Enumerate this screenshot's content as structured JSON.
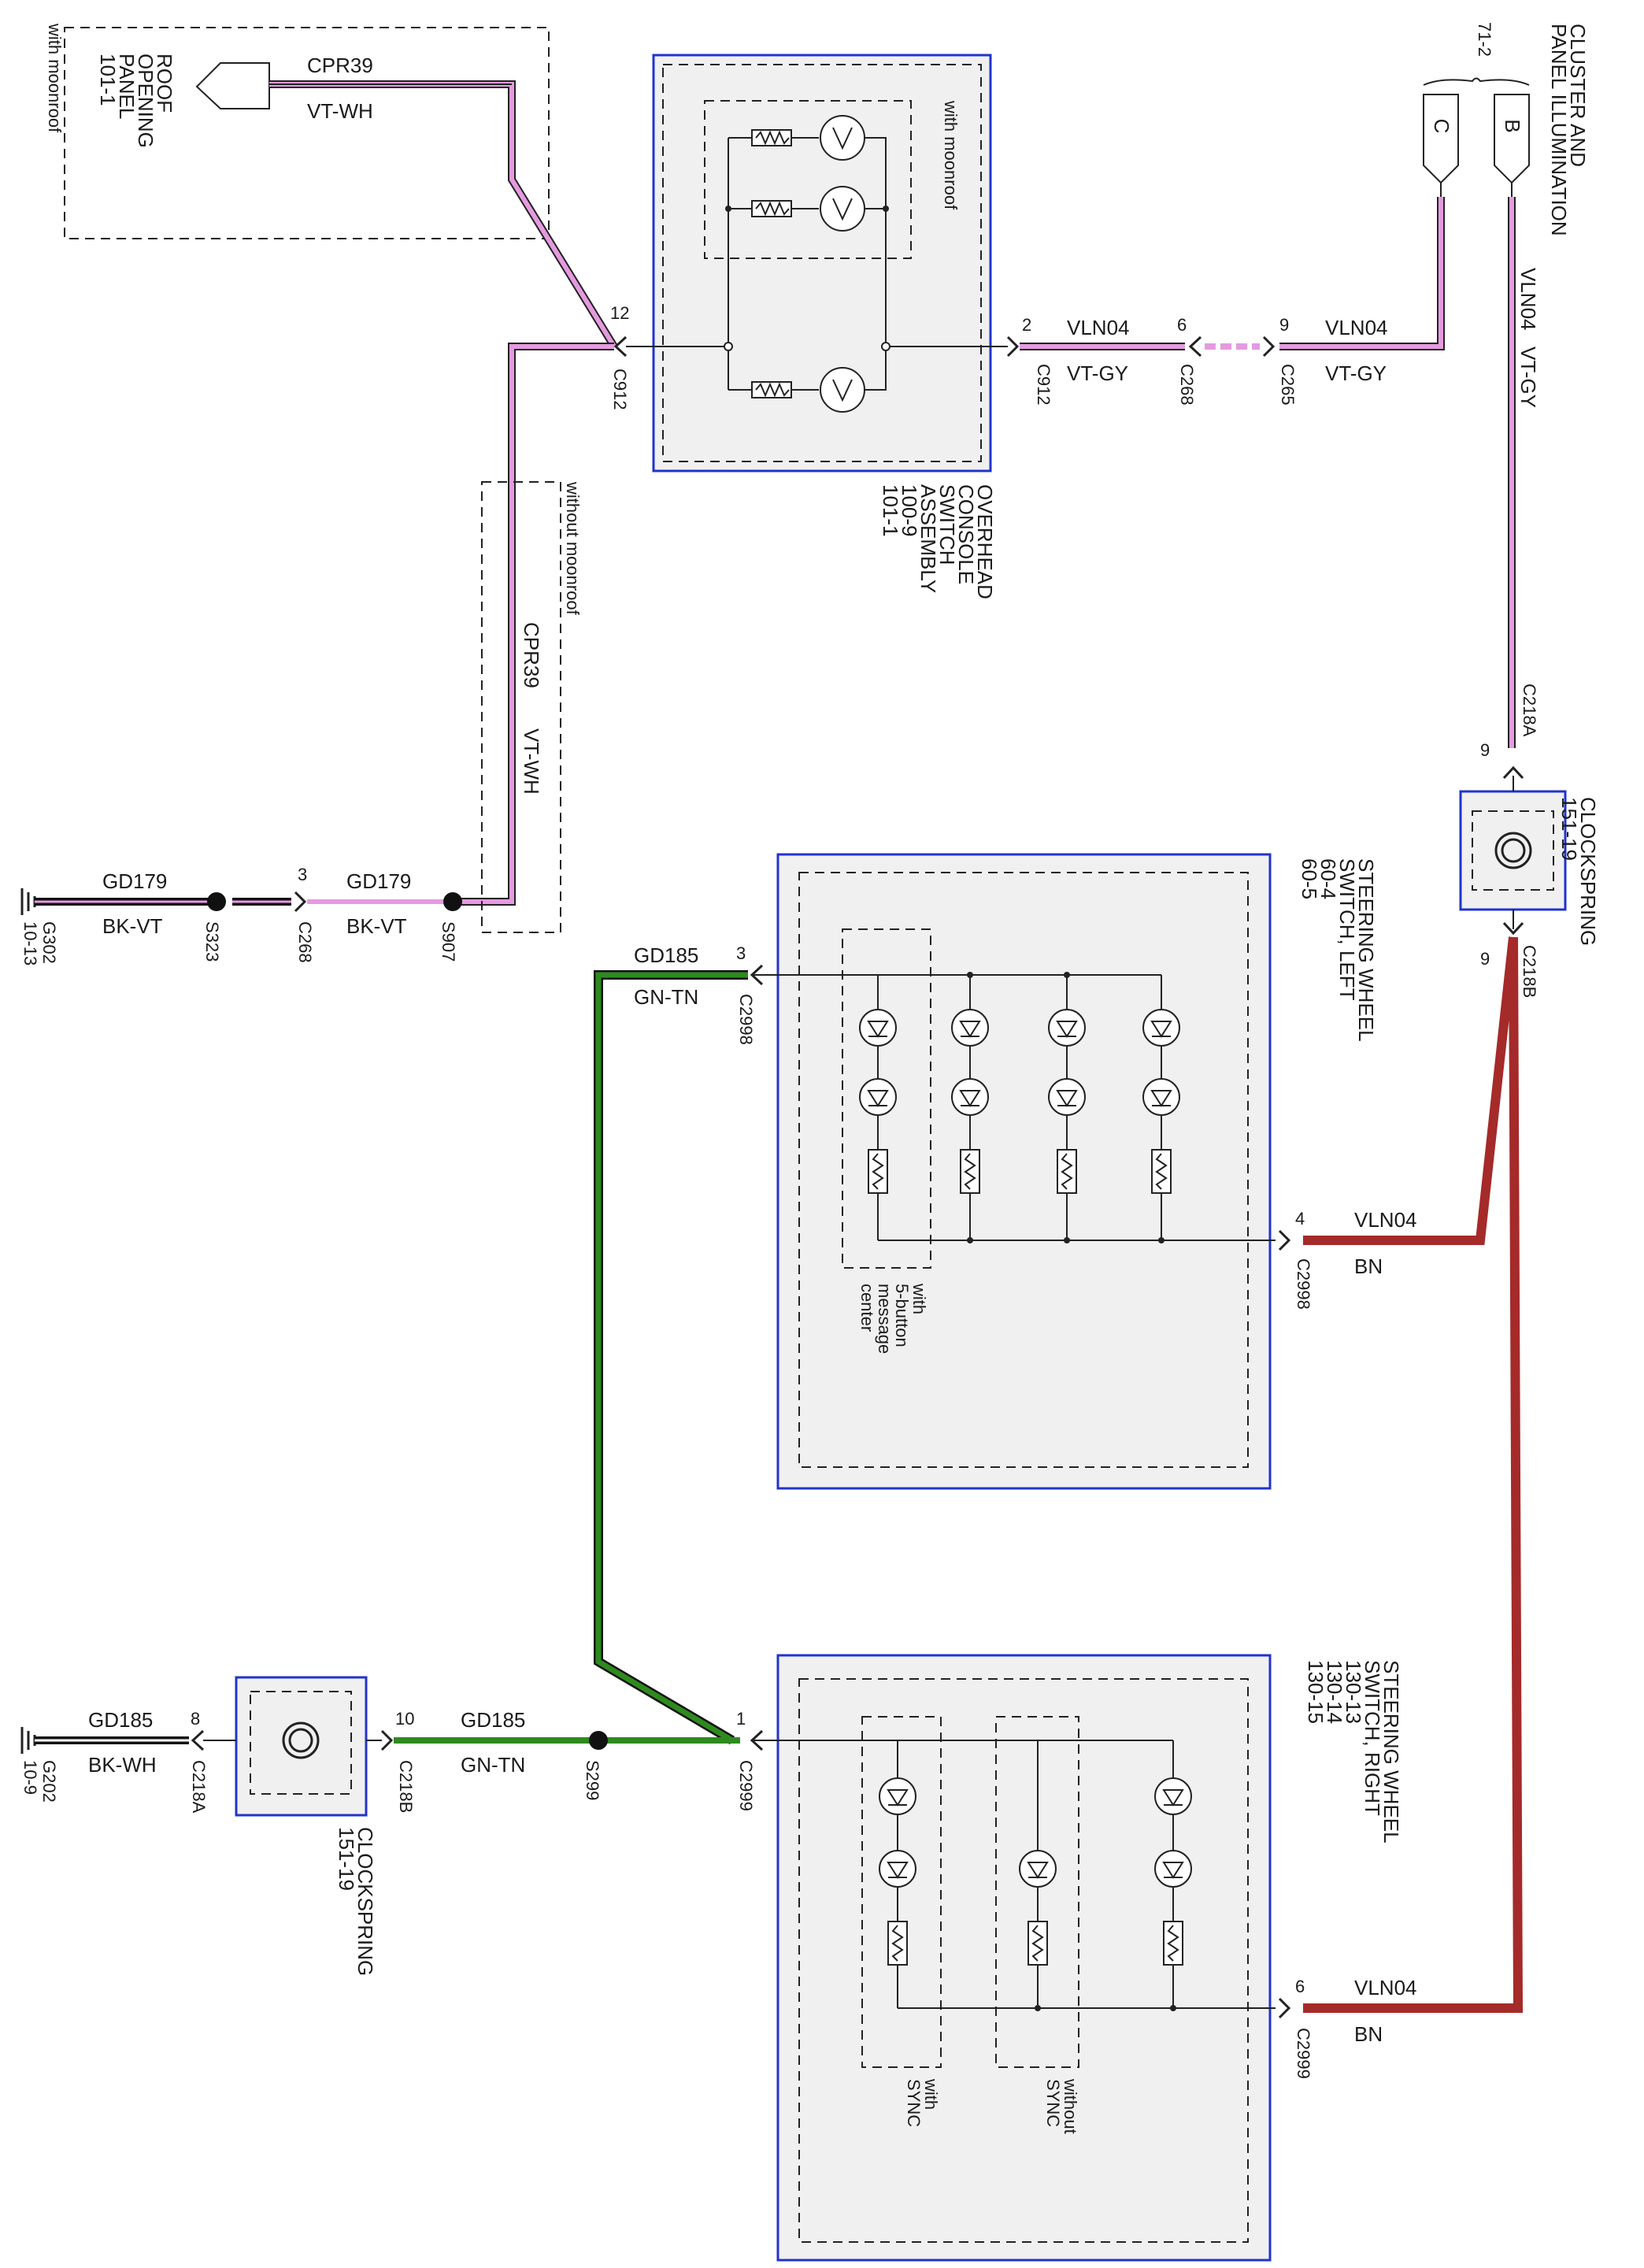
{
  "components": {
    "roof_panel": {
      "lines": [
        "ROOF",
        "OPENING",
        "PANEL",
        "101-1"
      ],
      "note": "with moonroof"
    },
    "overhead_console": {
      "lines": [
        "OVERHEAD",
        "CONSOLE",
        "SWITCH",
        "ASSEMBLY",
        "100-9",
        "101-1"
      ],
      "note": "with moonroof"
    },
    "cluster": {
      "lines": [
        "CLUSTER AND",
        "PANEL ILLUMINATION"
      ],
      "ref": "71-2",
      "pin_c": "C",
      "pin_b": "B"
    },
    "clockspring_top": {
      "lines": [
        "CLOCKSPRING",
        "151-19"
      ]
    },
    "clockspring_bottom": {
      "lines": [
        "CLOCKSPRING",
        "151-19"
      ]
    },
    "sw_left": {
      "lines": [
        "STEERING WHEEL",
        "SWITCH, LEFT",
        "60-4",
        "60-5"
      ],
      "note_lines": [
        "with",
        "5-button",
        "message",
        "center"
      ]
    },
    "sw_right": {
      "lines": [
        "STEERING WHEEL",
        "SWITCH, RIGHT",
        "130-13",
        "130-14",
        "130-15"
      ],
      "note_with": [
        "with",
        "SYNC"
      ],
      "note_without": [
        "without",
        "SYNC"
      ]
    }
  },
  "wires": {
    "cpr39_top": {
      "circuit": "CPR39",
      "color": "VT-WH"
    },
    "cpr39_vert": {
      "circuit": "CPR39",
      "color": "VT-WH",
      "note": "without moonroof"
    },
    "vln04_a": {
      "circuit": "VLN04",
      "color": "VT-GY"
    },
    "vln04_b": {
      "circuit": "VLN04",
      "color": "VT-GY"
    },
    "vln04_c": {
      "circuit": "VLN04",
      "color": "VT-GY"
    },
    "gd179_a": {
      "circuit": "GD179",
      "color": "BK-VT"
    },
    "gd179_b": {
      "circuit": "GD179",
      "color": "BK-VT"
    },
    "gd185_left": {
      "circuit": "GD185",
      "color": "GN-TN"
    },
    "vln04_left": {
      "circuit": "VLN04",
      "color": "BN"
    },
    "vln04_right": {
      "circuit": "VLN04",
      "color": "BN"
    },
    "gd185_bk": {
      "circuit": "GD185",
      "color": "BK-WH"
    },
    "gd185_gn": {
      "circuit": "GD185",
      "color": "GN-TN"
    }
  },
  "connectors": {
    "c912_left": {
      "name": "C912",
      "pin": "12"
    },
    "c912_right": {
      "name": "C912",
      "pin": "2"
    },
    "c268_top": {
      "name": "C268",
      "pin": "6"
    },
    "c265": {
      "name": "C265",
      "pin": "9"
    },
    "c218a_top": {
      "name": "C218A",
      "pin": "9"
    },
    "c218b_top": {
      "name": "C218B",
      "pin": "9"
    },
    "c268_mid": {
      "name": "C268",
      "pin": "3"
    },
    "s323": {
      "name": "S323"
    },
    "s907": {
      "name": "S907"
    },
    "g302": {
      "name": "G302",
      "ref": "10-13"
    },
    "c2998_top": {
      "name": "C2998",
      "pin": "3"
    },
    "c2998_bot": {
      "name": "C2998",
      "pin": "4"
    },
    "c2999_top": {
      "name": "C2999",
      "pin": "1"
    },
    "c2999_bot": {
      "name": "C2999",
      "pin": "6"
    },
    "s299": {
      "name": "S299"
    },
    "c218b_bot": {
      "name": "C218B",
      "pin": "10"
    },
    "c218a_bot": {
      "name": "C218A",
      "pin": "8"
    },
    "g202": {
      "name": "G202",
      "ref": "10-9"
    }
  },
  "colors": {
    "violet": "#e59ae0",
    "green": "#2e8a1e",
    "brown": "#a52a2a",
    "black": "#111111",
    "frame_blue": "#2233cc"
  }
}
